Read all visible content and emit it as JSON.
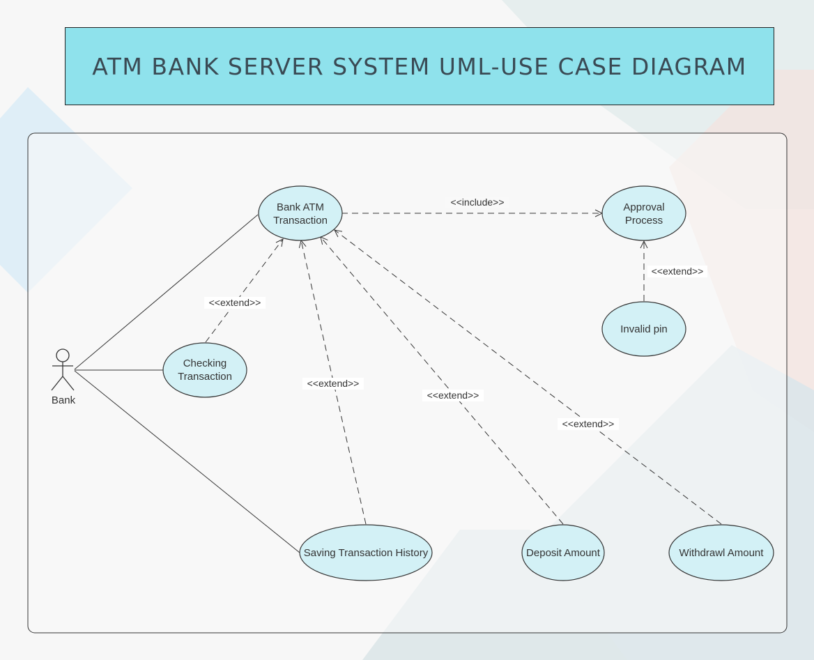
{
  "title": "ATM BANK SERVER SYSTEM UML-USE CASE DIAGRAM",
  "actor": {
    "label": "Bank"
  },
  "use_cases": {
    "bank_atm": [
      "Bank ATM",
      "Transaction"
    ],
    "approval": [
      "Approval",
      "Process"
    ],
    "invalid_pin": [
      "Invalid pin"
    ],
    "checking": [
      "Checking",
      "Transaction"
    ],
    "saving": [
      "Saving Transaction History"
    ],
    "deposit": [
      "Deposit Amount"
    ],
    "withdraw": [
      "Withdrawl Amount"
    ]
  },
  "relations": {
    "include": "<<include>>",
    "extend_checking": "<<extend>>",
    "extend_saving": "<<extend>>",
    "extend_deposit": "<<extend>>",
    "extend_withdraw": "<<extend>>",
    "extend_invalid_pin": "<<extend>>"
  },
  "colors": {
    "title_fill": "#8fe2ec",
    "use_case_fill": "#d3f1f6",
    "stroke": "#333333"
  }
}
